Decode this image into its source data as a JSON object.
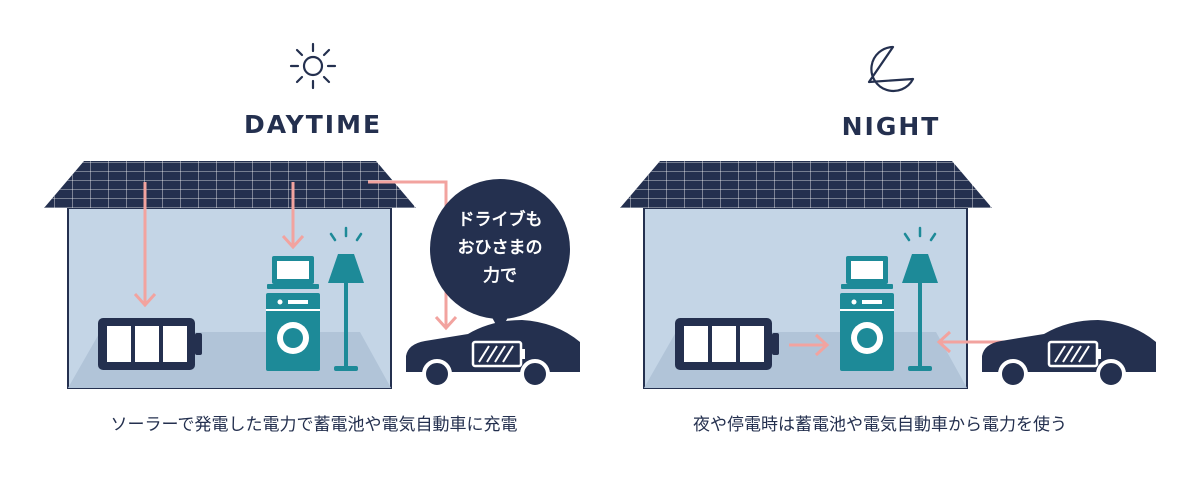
{
  "daytime": {
    "title": "DAYTIME",
    "caption": "ソーラーで発電した電力で蓄電池や電気自動車に充電",
    "bubble_lines": [
      "ドライブも",
      "おひさまの",
      "力で"
    ],
    "icon": "sun-icon"
  },
  "night": {
    "title": "NIGHT",
    "caption": "夜や停電時は蓄電池や電気自動車から電力を使う",
    "icon": "moon-icon"
  },
  "colors": {
    "navy": "#24304f",
    "house_fill": "#c4d5e6",
    "arrow": "#f2a39f",
    "teal": "#1d8a98"
  }
}
